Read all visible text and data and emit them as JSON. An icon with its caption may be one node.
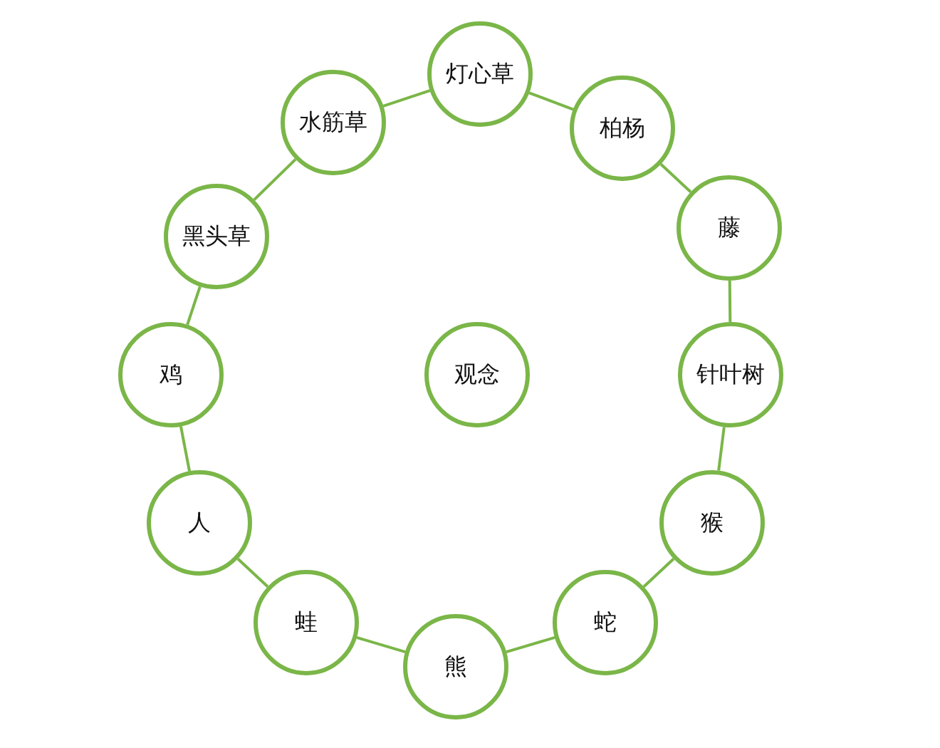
{
  "diagram": {
    "nodes": [
      {
        "text": [
          "灯心草"
        ]
      },
      {
        "text": [
          "柏杨"
        ]
      },
      {
        "text": [
          "藤"
        ]
      },
      {
        "text": [
          "针叶树"
        ]
      },
      {
        "text": [
          "猴"
        ]
      },
      {
        "text": [
          "蛇"
        ]
      },
      {
        "text": [
          "熊"
        ]
      },
      {
        "text": [
          "蛙"
        ]
      },
      {
        "text": [
          "人"
        ]
      },
      {
        "text": [
          "鸡"
        ]
      },
      {
        "text": [
          "黑头草"
        ]
      },
      {
        "text": [
          "水筋草"
        ]
      },
      {
        "text": [
          "观念"
        ]
      }
    ],
    "edges": [
      {
        "from": 0,
        "to": 1,
        "arrow": "none"
      },
      {
        "from": 1,
        "to": 2,
        "arrow": "none"
      },
      {
        "from": 2,
        "to": 3,
        "arrow": "none"
      },
      {
        "from": 3,
        "to": 4,
        "arrow": "none"
      },
      {
        "from": 4,
        "to": 5,
        "arrow": "none"
      },
      {
        "from": 5,
        "to": 6,
        "arrow": "none"
      },
      {
        "from": 6,
        "to": 7,
        "arrow": "none"
      },
      {
        "from": 7,
        "to": 8,
        "arrow": "none"
      },
      {
        "from": 8,
        "to": 9,
        "arrow": "none"
      },
      {
        "from": 9,
        "to": 10,
        "arrow": "none"
      },
      {
        "from": 10,
        "to": 11,
        "arrow": "none"
      },
      {
        "from": 11,
        "to": 0,
        "arrow": "none"
      }
    ]
  }
}
